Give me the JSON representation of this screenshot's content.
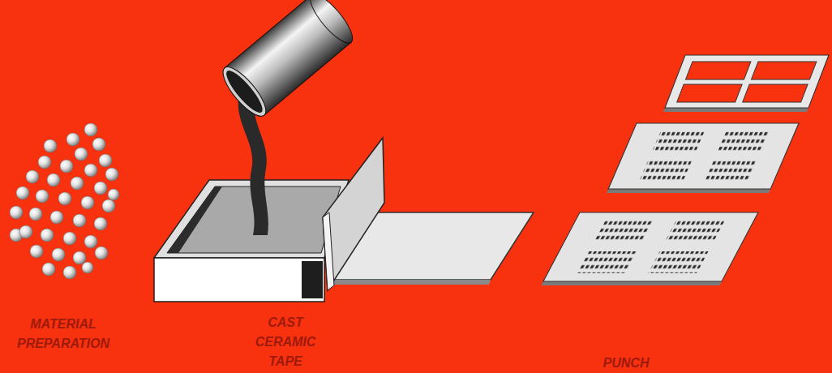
{
  "diagram": {
    "labels": [
      "MATERIAL PREPARATION",
      "CAST CERAMIC TAPE",
      "PUNCH"
    ]
  }
}
